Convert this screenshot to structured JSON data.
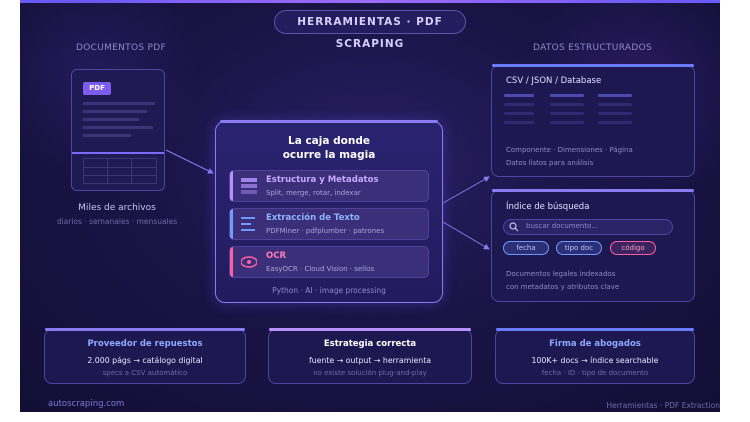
{
  "header": {
    "title": "HERRAMIENTAS · PDF SCRAPING"
  },
  "left": {
    "section_title": "DOCUMENTOS PDF",
    "badge": "PDF",
    "caption": "Miles de archivos",
    "subcaption": "diarios · semanales · mensuales"
  },
  "right": {
    "section_title": "DATOS ESTRUCTURADOS"
  },
  "center": {
    "title_line1": "La caja donde",
    "title_line2": "ocurre la magia",
    "steps": [
      {
        "title": "Estructura y Metadatos",
        "desc": "Split, merge, rotar, indexar",
        "color": "#b592ff",
        "icon": "layers-icon"
      },
      {
        "title": "Extracción de Texto",
        "desc": "PDFMiner · pdfplumber · patrones",
        "color": "#6f9bff",
        "icon": "lines-icon"
      },
      {
        "title": "OCR",
        "desc": "EasyOCR · Cloud Vision · sellos",
        "color": "#ff5fa2",
        "icon": "eye-icon"
      }
    ],
    "footer": "Python · AI · image processing"
  },
  "csv_panel": {
    "title": "CSV / JSON / Database",
    "line1": "Componente · Dimensiones · Página",
    "line2": "Datos listos para análisis"
  },
  "search_panel": {
    "title": "Índice de búsqueda",
    "placeholder": "buscar documento...",
    "tags": [
      "fecha",
      "tipo doc",
      "código"
    ],
    "line1": "Documentos legales indexados",
    "line2": "con metadatos y atributos clave"
  },
  "cards": [
    {
      "heading": "Proveedor de repuestos",
      "main": "2.000 págs → catálogo digital",
      "sub": "specs a CSV automático",
      "color": "#8fa8ff"
    },
    {
      "heading": "Estrategia correcta",
      "main": "fuente → output → herramienta",
      "sub": "no existe solución plug-and-play",
      "color": "#ffffff"
    },
    {
      "heading": "Firma de abogados",
      "main": "100K+ docs → índice searchable",
      "sub": "fecha · ID · tipo de documento",
      "color": "#8fa8ff"
    }
  ],
  "footer": {
    "left": "autoscraping.com",
    "right": "Herramientas · PDF Extraction"
  },
  "colors": {
    "background": "#1a1446",
    "accent": "#8a7cf0",
    "ocr": "#ff5fa2",
    "blue": "#6f9bff"
  }
}
